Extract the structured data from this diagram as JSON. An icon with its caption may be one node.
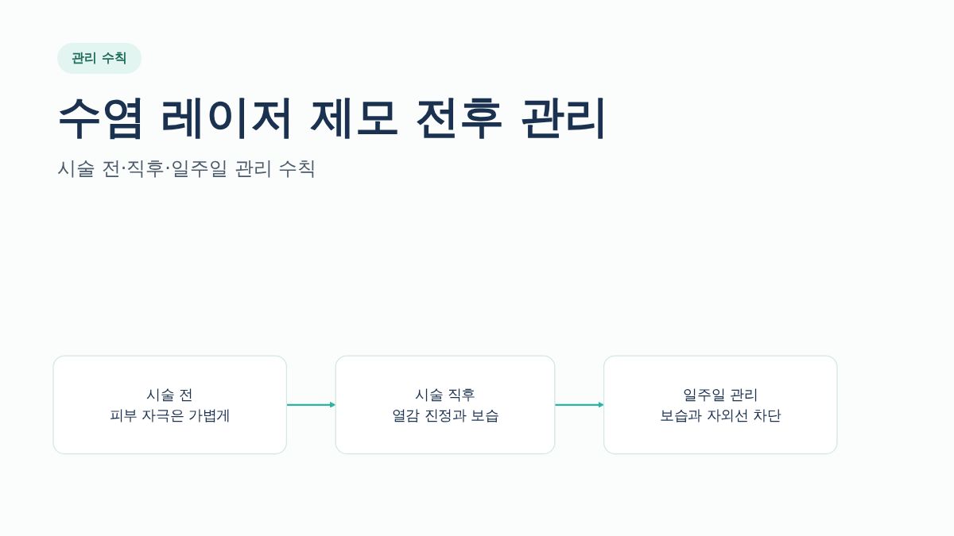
{
  "diagram": {
    "title": "수염 레이저 제모 전후 관리",
    "nodes": [
      {
        "text": [
          "시술 전",
          "피부 자극은 가볍게"
        ]
      },
      {
        "text": [
          "시술 직후",
          "열감 진정과 보습"
        ]
      },
      {
        "text": [
          "일주일 관리",
          "보습과 자외선 차단"
        ]
      }
    ],
    "edges": [
      {
        "from": 0,
        "to": 1,
        "arrow": "to"
      },
      {
        "from": 1,
        "to": 2,
        "arrow": "to"
      }
    ],
    "labels": [
      "관리 수칙",
      "시술 전·직후·일주일 관리 수칙"
    ]
  }
}
